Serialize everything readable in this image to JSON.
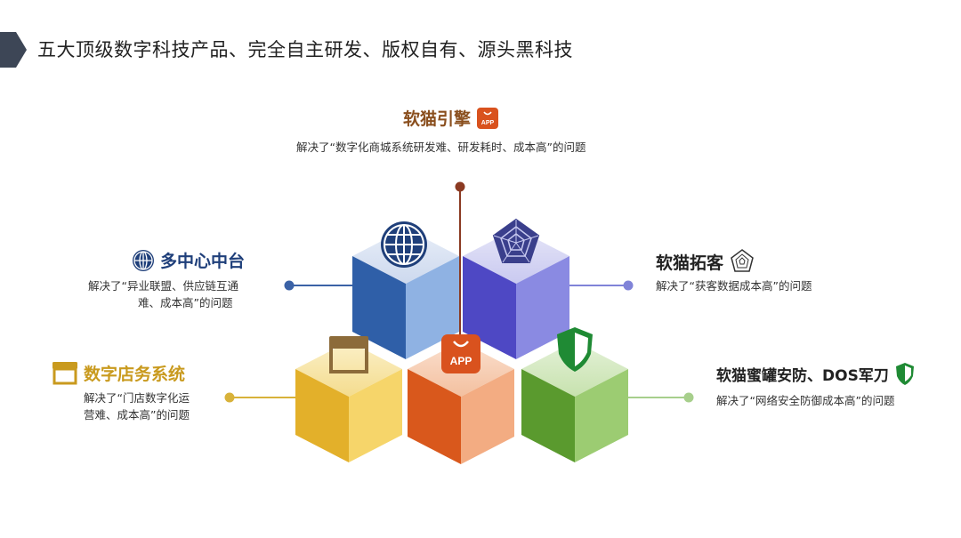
{
  "page": {
    "title": "五大顶级数字科技产品、完全自主研发、版权自有、源头黑科技"
  },
  "products": {
    "engine": {
      "name": "软猫引擎",
      "icon": "app-bag-icon",
      "icon_text": "APP",
      "desc": "解决了“数字化商城系统研发难、研发耗时、成本高”的问题",
      "color": "#8a4f1e"
    },
    "midplatform": {
      "name": "多中心中台",
      "icon": "globe-icon",
      "desc_line1": "解决了“异业联盟、供应链互通",
      "desc_line2": "难、成本高”的问题",
      "color": "#1f3f7a"
    },
    "acquire": {
      "name": "软猫拓客",
      "icon": "radar-icon",
      "desc": "解决了“获客数据成本高”的问题",
      "color": "#222222"
    },
    "store": {
      "name": "数字店务系统",
      "icon": "storefront-icon",
      "desc_line1": "解决了“门店数字化运",
      "desc_line2": "营难、成本高”的问题",
      "color": "#c99a1e"
    },
    "security": {
      "name": "软猫蜜罐安防、DOS军刀",
      "icon": "shield-icon",
      "desc": "解决了“网络安全防御成本高”的问题",
      "color": "#222222"
    }
  },
  "colors": {
    "blue_cube": "#2f5fa8",
    "purple_cube": "#5b55c8",
    "yellow_cube": "#e6b52c",
    "orange_cube": "#e0692a",
    "green_cube": "#6aa83a",
    "engine_dot": "#8b3a22",
    "blue_dot": "#3b62a6",
    "purple_dot": "#8083d8",
    "yellow_dot": "#d8b23a",
    "green_dot": "#a7cf8c"
  }
}
